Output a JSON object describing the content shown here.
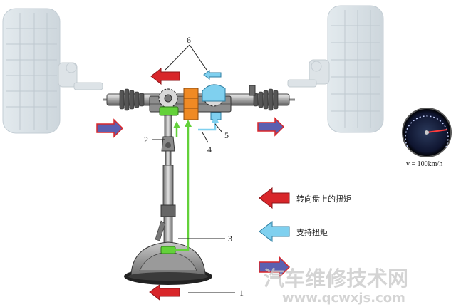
{
  "labels": {
    "l1": "1",
    "l2": "2",
    "l3": "3",
    "l4": "4",
    "l5": "5",
    "l6": "6"
  },
  "speed": "v = 100km/h",
  "legend": {
    "steering_torque": "转向盘上的扭矩",
    "support_torque": "支持扭矩"
  },
  "watermark": {
    "cn": "汽车维修技术网",
    "url": "www.qcwxjs.com"
  },
  "colors": {
    "red_arrow": "#d8262a",
    "blue_arrow": "#7fd0ef",
    "green_line": "#63d13a",
    "orange_part": "#f08a24"
  }
}
